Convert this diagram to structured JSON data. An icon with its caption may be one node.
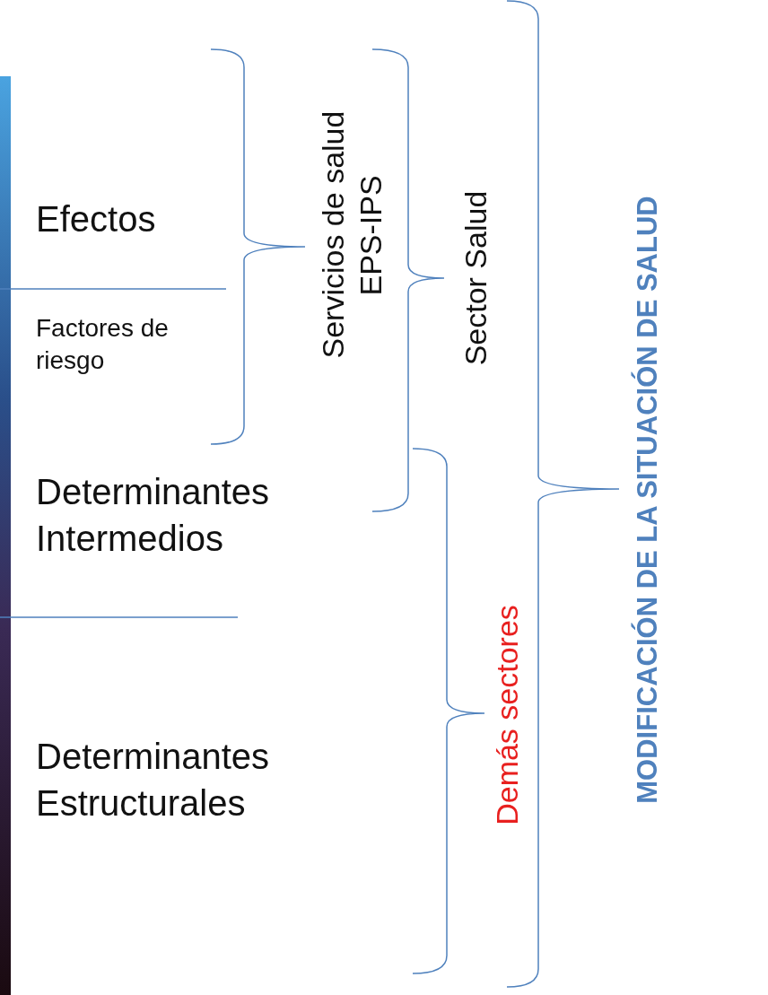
{
  "diagram": {
    "labels": [
      "Efectos",
      "Factores de riesgo",
      "Determinantes Intermedios",
      "Determinantes Estructurales",
      "Servicios de salud EPS-IPS",
      "Sector Salud",
      "Demás sectores",
      "MODIFICACIÓN DE LA SITUACIÓN DE SALUD"
    ]
  }
}
